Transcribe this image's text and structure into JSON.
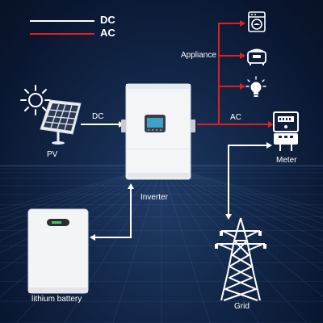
{
  "legend": {
    "dc_label": "DC",
    "ac_label": "AC"
  },
  "labels": {
    "appliance": "Appliance",
    "dc": "DC",
    "ac": "AC",
    "pv": "PV",
    "inverter": "Inverter",
    "meter": "Meter",
    "battery": "lithium battery",
    "grid": "Grid"
  },
  "colors": {
    "dc_line": "#ffffff",
    "ac_line": "#e02020",
    "background": "#13284a"
  },
  "icons": [
    "sun-icon",
    "solar-panel-icon",
    "washing-machine-icon",
    "rice-cooker-icon",
    "light-bulb-icon",
    "electric-meter-icon",
    "transmission-tower-icon"
  ]
}
